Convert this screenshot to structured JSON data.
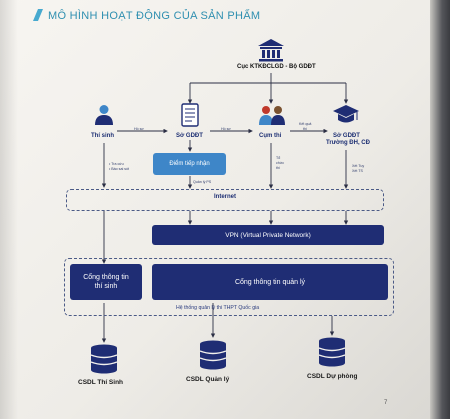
{
  "header": {
    "title": "MÔ HÌNH HOẠT ĐỘNG CỦA SẢN PHẨM"
  },
  "nodes": {
    "ministry": "Cục KTKĐCLGD - Bộ GDĐT",
    "candidate": "Thí sinh",
    "dept": "Sở GDĐT",
    "cluster": "Cụm thi",
    "dept2_line1": "Sở GDĐT",
    "dept2_line2": "Trường ĐH, CĐ"
  },
  "edge_labels": {
    "ho_so_1": "Hồ sơ",
    "ho_so_2": "Hồ sơ",
    "ket_qua_line1": "Kết quả",
    "ket_qua_line2": "thi",
    "tra_cuu": "• Tra cứu",
    "bao_sai_sot": "• Báo sai sót",
    "quan_ly_ps": "Quản lý PS",
    "to_chuc_line1": "Tổ",
    "to_chuc_line2": "chức",
    "to_chuc_line3": "thi",
    "xet_tn_line1": "Xét Tuy",
    "xet_tn_line2": "Xét TS"
  },
  "boxes": {
    "reception_point": "Điểm tiếp nhận",
    "internet": "Internet",
    "vpn": "VPN (Virtual Private Network)",
    "portal_candidate_line1": "Cổng thông tin",
    "portal_candidate_line2": "thí sinh",
    "portal_management": "Cổng thông tin quản lý",
    "system_name": "Hệ thống quản lý thi THPT Quốc gia"
  },
  "databases": {
    "db1": "CSDL Thí Sinh",
    "db2": "CSDL Quản lý",
    "db3": "CSDL Dự phòng"
  },
  "footer": {
    "page_number": "7"
  },
  "colors": {
    "navy": "#1f2d74",
    "blue": "#3e86c8",
    "title": "#2f8fb0",
    "background": "#f2f0ec"
  },
  "icons": {
    "ministry": "bank-building-icon",
    "candidate": "person-icon",
    "dept": "document-icon",
    "cluster": "people-group-icon",
    "university": "graduation-cap-icon",
    "database": "database-icon"
  }
}
